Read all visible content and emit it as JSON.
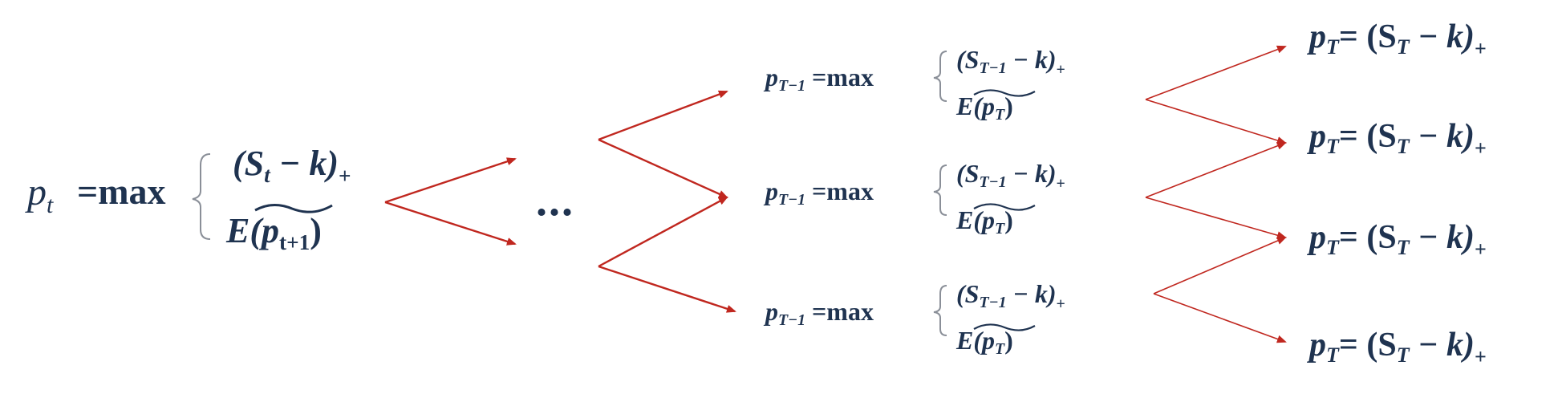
{
  "root": {
    "lhs_var": "p",
    "lhs_sub": "t",
    "max": "=max",
    "payoff_open": "(S",
    "payoff_sub": "t",
    "payoff_minus_k": " − k)",
    "payoff_plus": "+",
    "expect_prefix": "E(",
    "expect_var": "p",
    "expect_sub": "t+1",
    "expect_close": ")"
  },
  "ellipsis": "...",
  "middle_nodes": [
    {
      "lhs_var": "p",
      "lhs_sub": "T−1",
      "max": "=max",
      "payoff_open": "(S",
      "payoff_sub": "T−1",
      "payoff_minus_k": " − k)",
      "payoff_plus": "+",
      "expect_prefix": "E(",
      "expect_var": "p",
      "expect_sub": "T",
      "expect_close": ")"
    },
    {
      "lhs_var": "p",
      "lhs_sub": "T−1",
      "max": "=max",
      "payoff_open": "(S",
      "payoff_sub": "T−1",
      "payoff_minus_k": " − k)",
      "payoff_plus": "+",
      "expect_prefix": "E(",
      "expect_var": "p",
      "expect_sub": "T",
      "expect_close": ")"
    },
    {
      "lhs_var": "p",
      "lhs_sub": "T−1",
      "max": "=max",
      "payoff_open": "(S",
      "payoff_sub": "T−1",
      "payoff_minus_k": " − k)",
      "payoff_plus": "+",
      "expect_prefix": "E(",
      "expect_var": "p",
      "expect_sub": "T",
      "expect_close": ")"
    }
  ],
  "leaf_nodes": [
    {
      "lhs_var": "p",
      "lhs_sub": "T",
      "eq": "= (S",
      "s_sub": "T",
      "minus_k": "  − k)",
      "plus": "+"
    },
    {
      "lhs_var": "p",
      "lhs_sub": "T",
      "eq": "= (S",
      "s_sub": "T",
      "minus_k": "  − k)",
      "plus": "+"
    },
    {
      "lhs_var": "p",
      "lhs_sub": "T",
      "eq": "= (S",
      "s_sub": "T",
      "minus_k": "  − k)",
      "plus": "+"
    },
    {
      "lhs_var": "p",
      "lhs_sub": "T",
      "eq": "= (S",
      "s_sub": "T",
      "minus_k": "  − k)",
      "plus": "+"
    }
  ],
  "colors": {
    "text": "#1f3350",
    "arrow": "#c0271f",
    "brace": "#8a8f98"
  }
}
